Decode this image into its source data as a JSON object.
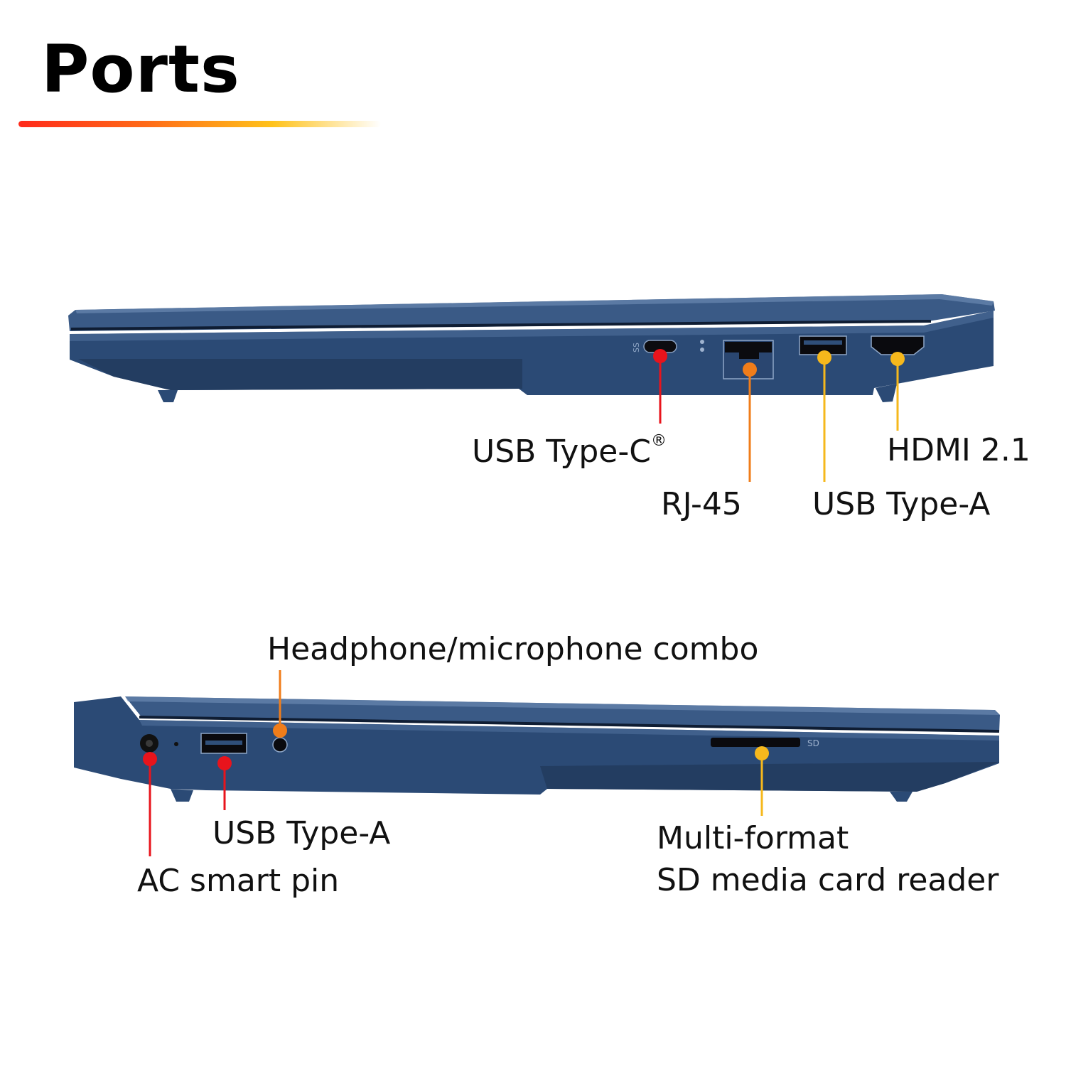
{
  "title": "Ports",
  "colors": {
    "chassis": "#2c4a74",
    "chassis_dark": "#1e3557",
    "chassis_light": "#4a6a96",
    "red": "#e8141c",
    "orange": "#f07d1a",
    "yellow": "#f6b81c"
  },
  "right_side": {
    "usb_c": {
      "label": "USB Type-C",
      "mark": "®"
    },
    "rj45": {
      "label": "RJ-45"
    },
    "usb_a": {
      "label": "USB Type-A"
    },
    "hdmi": {
      "label": "HDMI 2.1"
    }
  },
  "left_side": {
    "headphone": {
      "label": "Headphone/microphone combo"
    },
    "usb_a": {
      "label": "USB Type-A"
    },
    "ac_pin": {
      "label": "AC smart pin"
    },
    "sd_reader": {
      "label_line1": "Multi-format",
      "label_line2": "SD media card reader",
      "slot_text": "SD"
    }
  }
}
